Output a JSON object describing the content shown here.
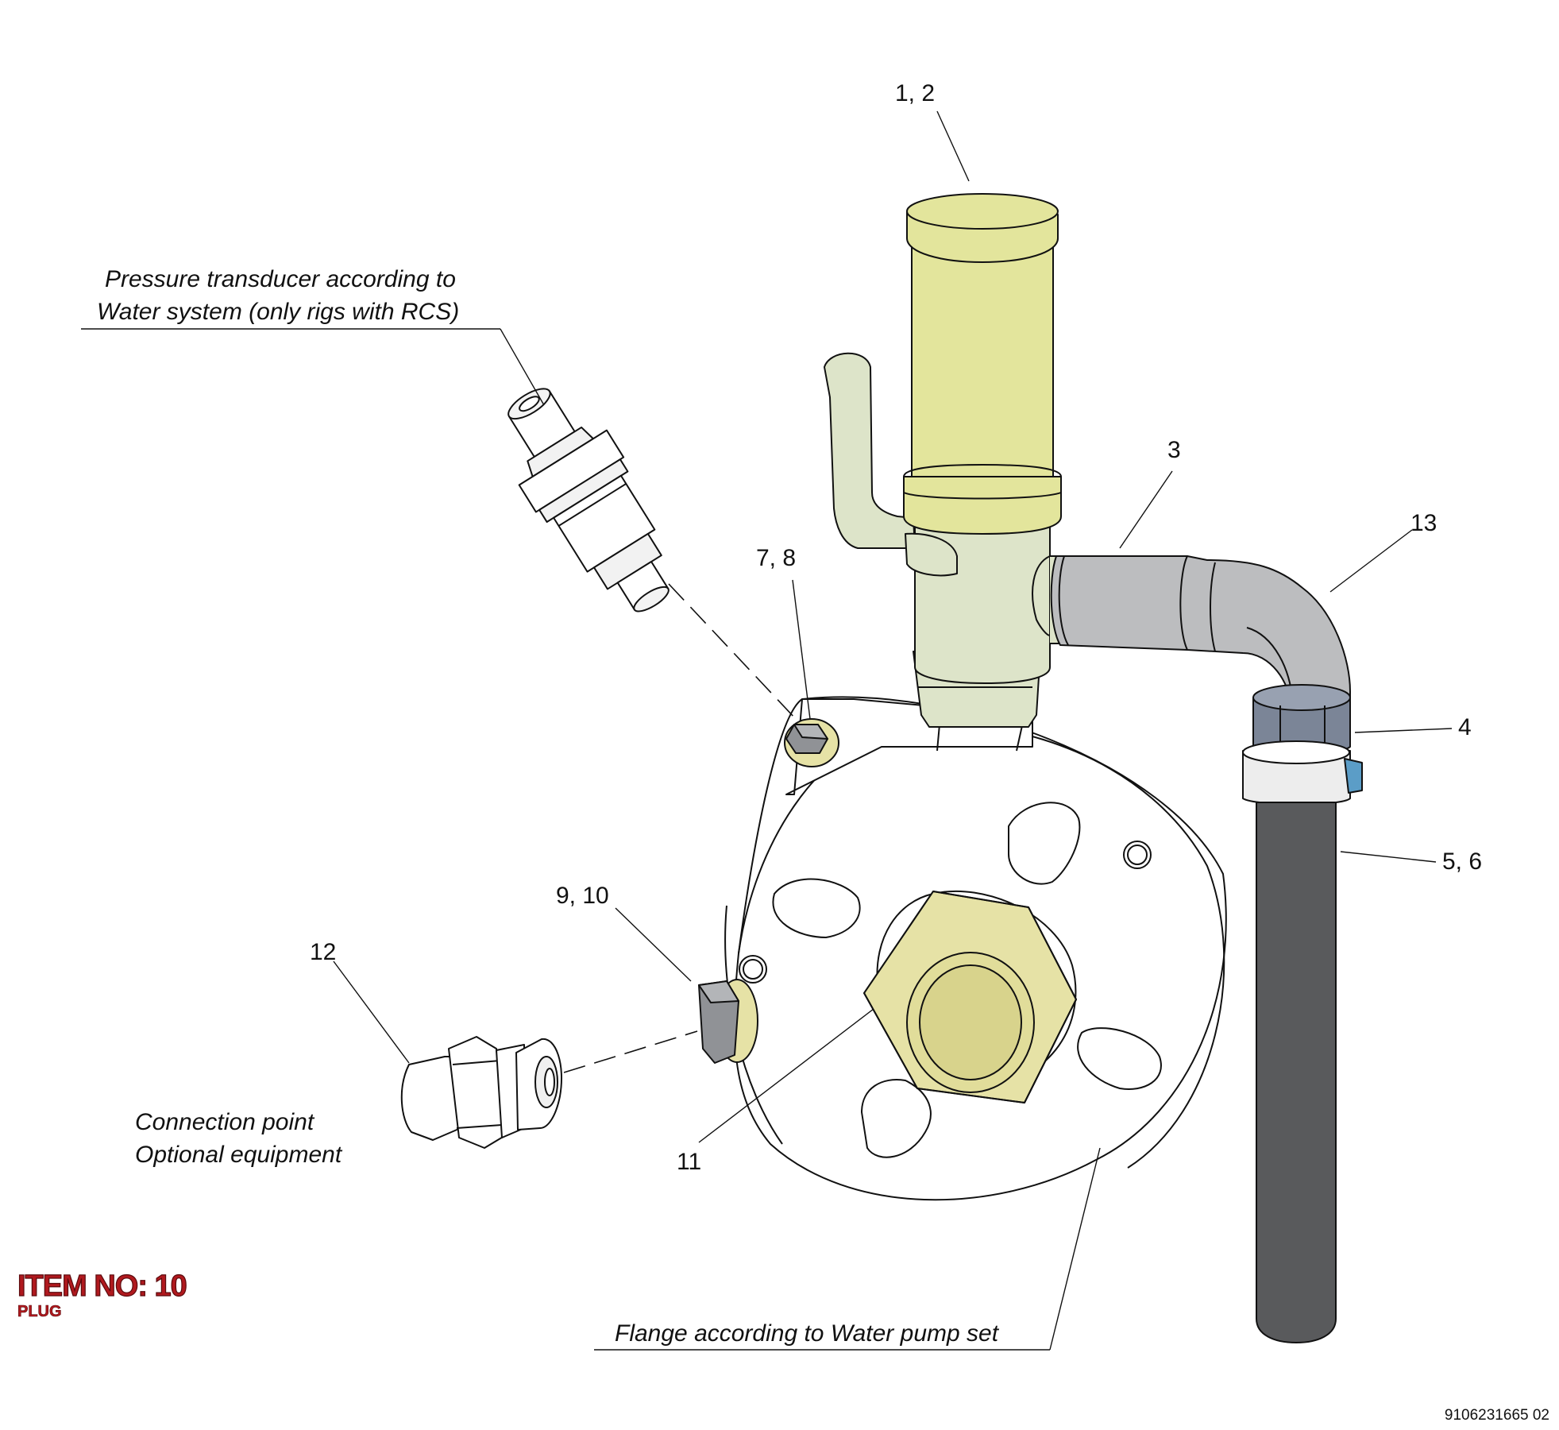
{
  "callouts": {
    "c_1_2": "1, 2",
    "c_3": "3",
    "c_13": "13",
    "c_4": "4",
    "c_5_6": "5, 6",
    "c_7_8": "7, 8",
    "c_9_10": "9, 10",
    "c_11": "11",
    "c_12": "12"
  },
  "notes": {
    "pressure_transducer": [
      "Pressure transducer according to",
      "Water system (only rigs with RCS)"
    ],
    "connection_point": [
      "Connection point",
      "Optional equipment"
    ],
    "flange": [
      "Flange according to Water pump set"
    ]
  },
  "item": {
    "number_label": "ITEM NO: 10",
    "name": "PLUG"
  },
  "document_number": "9106231665 02",
  "colors": {
    "filter_yellow": "#e3e59c",
    "valve_body": "#dde4c9",
    "brass": "#e6e2a6",
    "hose_grey": "#bcbdbf",
    "hose_dark": "#595a5c",
    "nut_blue": "#7b8597",
    "clip_blue": "#5b9dc7",
    "item_red": "#b0191e"
  }
}
